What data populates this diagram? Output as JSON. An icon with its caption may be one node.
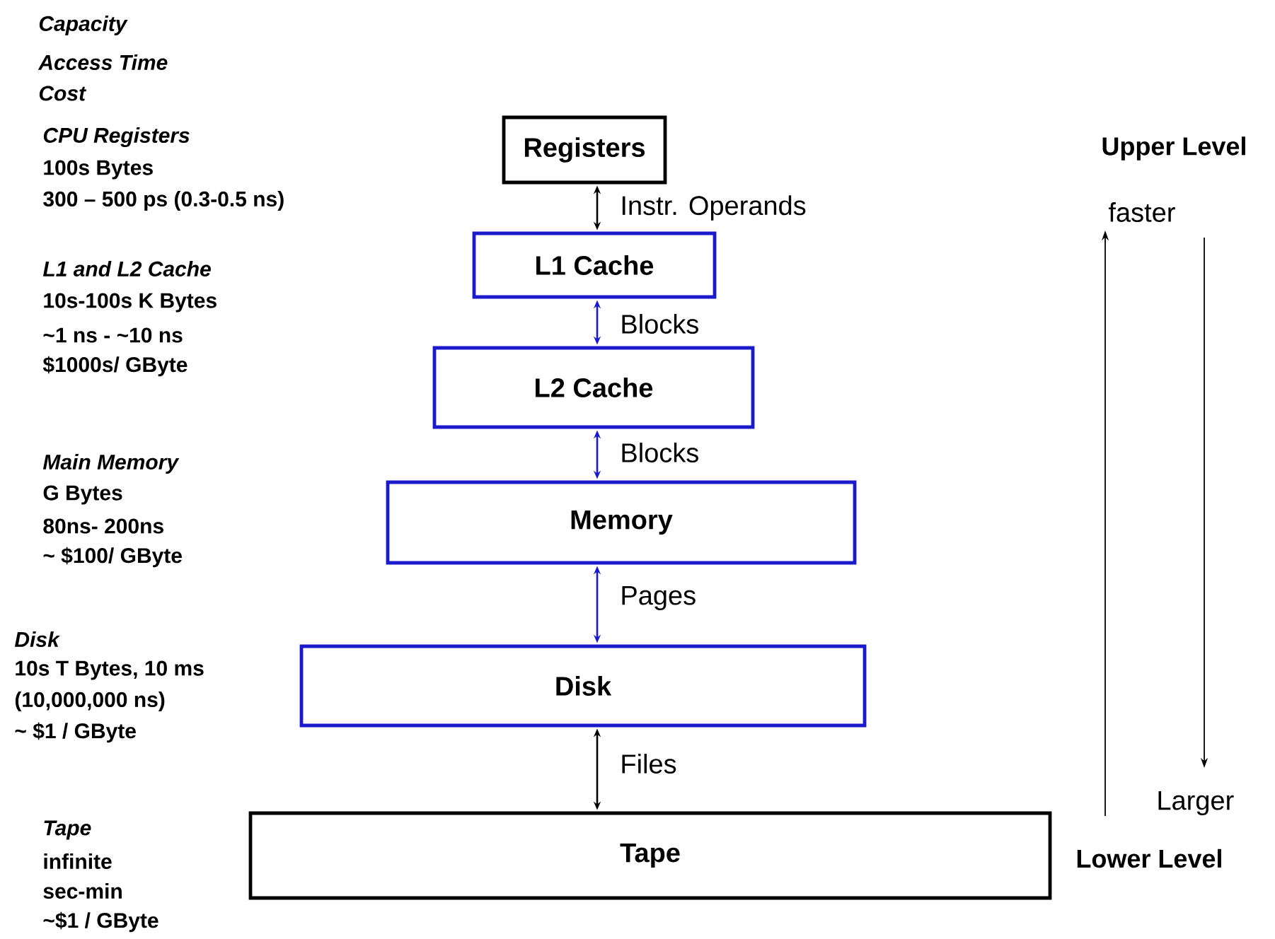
{
  "diagram": {
    "nodes": [
      {
        "text": [
          "Registers"
        ]
      },
      {
        "text": [
          "L1 Cache"
        ]
      },
      {
        "text": [
          "L2 Cache"
        ]
      },
      {
        "text": [
          "Memory"
        ]
      },
      {
        "text": [
          "Disk"
        ]
      },
      {
        "text": [
          "Tape"
        ]
      }
    ],
    "edges": [
      {
        "from": 0,
        "to": 1,
        "arrow": "both",
        "label": "Instr. Operands",
        "color": "#000000"
      },
      {
        "from": 1,
        "to": 2,
        "arrow": "both",
        "label": "Blocks",
        "color": "#1a1acc"
      },
      {
        "from": 2,
        "to": 3,
        "arrow": "both",
        "label": "Blocks",
        "color": "#1a1acc"
      },
      {
        "from": 3,
        "to": 4,
        "arrow": "both",
        "label": "Pages",
        "color": "#1a1acc"
      },
      {
        "from": 4,
        "to": 5,
        "arrow": "both",
        "label": "Files",
        "color": "#000000"
      }
    ],
    "labels": [
      "Capacity",
      "Access Time",
      "Cost",
      "CPU Registers",
      "100s Bytes",
      "300 – 500 ps (0.3-0.5 ns)",
      "L1 and L2 Cache",
      "10s-100s K Bytes",
      "~1 ns - ~10 ns",
      "$1000s/ GByte",
      "Main Memory",
      "G Bytes",
      "80ns- 200ns",
      "~ $100/ GByte",
      "Disk",
      "10s T Bytes, 10 ms",
      "(10,000,000 ns)",
      "~ $1 / GByte",
      "Tape",
      "infinite",
      "sec-min",
      "~$1 / GByte",
      "Upper Level",
      "faster",
      "Larger",
      "Lower Level"
    ]
  }
}
